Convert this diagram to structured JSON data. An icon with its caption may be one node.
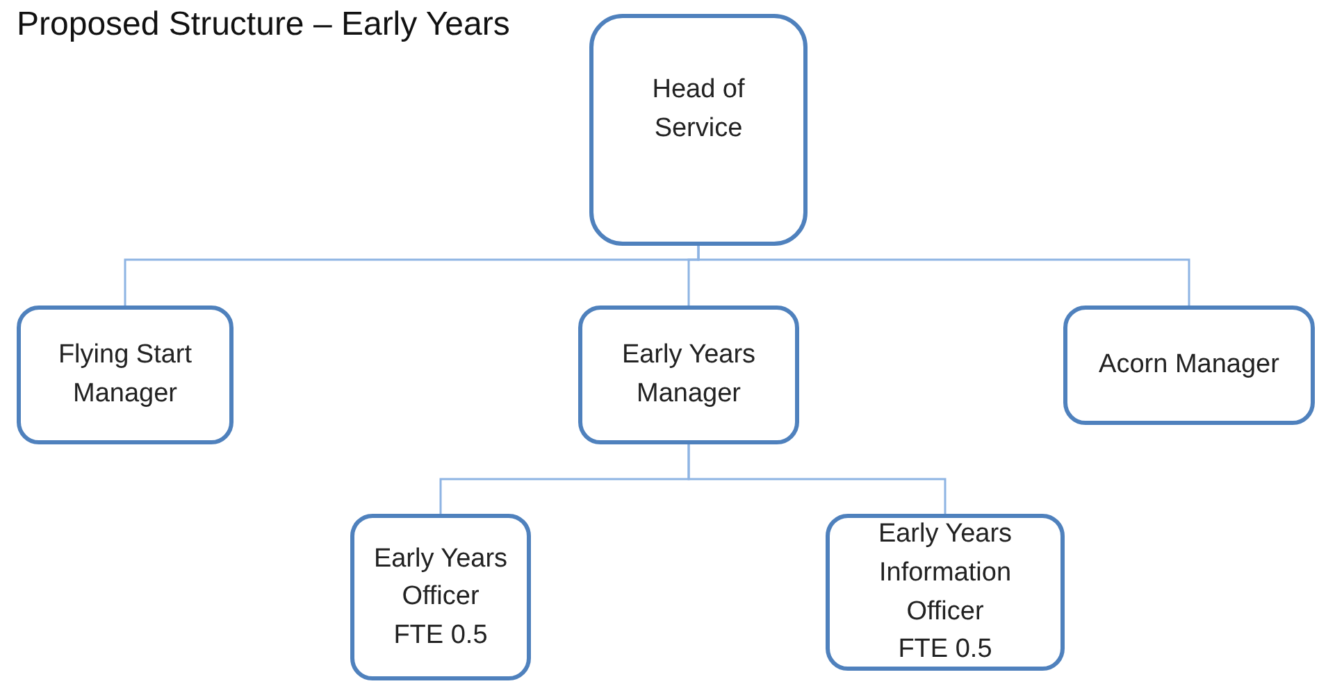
{
  "diagram": {
    "title": "Proposed Structure – Early Years",
    "nodes": [
      {
        "text": [
          "Head of Service"
        ]
      },
      {
        "text": [
          "Flying Start Manager"
        ]
      },
      {
        "text": [
          "Early Years Manager"
        ]
      },
      {
        "text": [
          "Acorn Manager"
        ]
      },
      {
        "text": [
          "Early Years Officer",
          "FTE 0.5"
        ]
      },
      {
        "text": [
          "Early Years Information Officer",
          "FTE 0.5"
        ]
      }
    ],
    "edges": [
      {
        "from": 0,
        "to": 1,
        "arrow": "none"
      },
      {
        "from": 0,
        "to": 2,
        "arrow": "none"
      },
      {
        "from": 0,
        "to": 3,
        "arrow": "none"
      },
      {
        "from": 2,
        "to": 4,
        "arrow": "none"
      },
      {
        "from": 2,
        "to": 5,
        "arrow": "none"
      }
    ]
  }
}
